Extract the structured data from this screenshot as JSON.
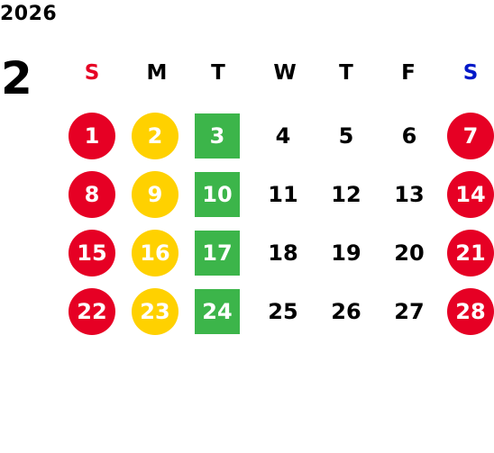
{
  "calendar": {
    "year": "2026",
    "month": "2",
    "weekdays": [
      {
        "label": "S",
        "color": "#e60024"
      },
      {
        "label": "M",
        "color": "#000000"
      },
      {
        "label": "T",
        "color": "#000000"
      },
      {
        "label": "W",
        "color": "#000000"
      },
      {
        "label": "T",
        "color": "#000000"
      },
      {
        "label": "F",
        "color": "#000000"
      },
      {
        "label": "S",
        "color": "#0018c8"
      }
    ],
    "weeks": [
      [
        {
          "day": "1",
          "mark": "red-circle"
        },
        {
          "day": "2",
          "mark": "yellow-circle"
        },
        {
          "day": "3",
          "mark": "green-square"
        },
        {
          "day": "4",
          "mark": "none"
        },
        {
          "day": "5",
          "mark": "none"
        },
        {
          "day": "6",
          "mark": "none"
        },
        {
          "day": "7",
          "mark": "red-circle"
        }
      ],
      [
        {
          "day": "8",
          "mark": "red-circle"
        },
        {
          "day": "9",
          "mark": "yellow-circle"
        },
        {
          "day": "10",
          "mark": "green-square"
        },
        {
          "day": "11",
          "mark": "none"
        },
        {
          "day": "12",
          "mark": "none"
        },
        {
          "day": "13",
          "mark": "none"
        },
        {
          "day": "14",
          "mark": "red-circle"
        }
      ],
      [
        {
          "day": "15",
          "mark": "red-circle"
        },
        {
          "day": "16",
          "mark": "yellow-circle"
        },
        {
          "day": "17",
          "mark": "green-square"
        },
        {
          "day": "18",
          "mark": "none"
        },
        {
          "day": "19",
          "mark": "none"
        },
        {
          "day": "20",
          "mark": "none"
        },
        {
          "day": "21",
          "mark": "red-circle"
        }
      ],
      [
        {
          "day": "22",
          "mark": "red-circle"
        },
        {
          "day": "23",
          "mark": "yellow-circle"
        },
        {
          "day": "24",
          "mark": "green-square"
        },
        {
          "day": "25",
          "mark": "none"
        },
        {
          "day": "26",
          "mark": "none"
        },
        {
          "day": "27",
          "mark": "none"
        },
        {
          "day": "28",
          "mark": "red-circle"
        }
      ]
    ]
  }
}
